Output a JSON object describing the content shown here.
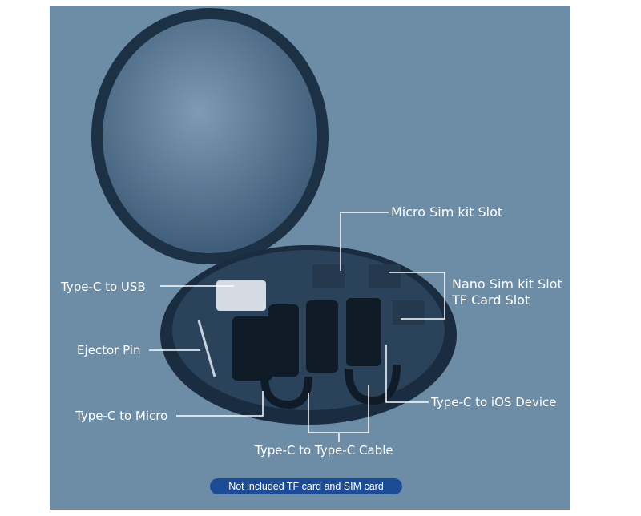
{
  "labels": {
    "micro_sim": "Micro Sim kit Slot",
    "nano_sim": "Nano Sim kit Slot",
    "tf_card": "TF Card Slot",
    "type_c_usb": "Type-C  to  USB",
    "ejector_pin": "Ejector Pin",
    "type_c_micro": "Type-C to Micro",
    "type_c_ios": "Type-C to iOS Device",
    "type_c_cable": "Type-C to Type-C Cable"
  },
  "badge": "Not included TF card and SIM card",
  "colors": {
    "background": "#6d8ca6",
    "badge": "#1c4c96",
    "case": "#1f3347"
  }
}
